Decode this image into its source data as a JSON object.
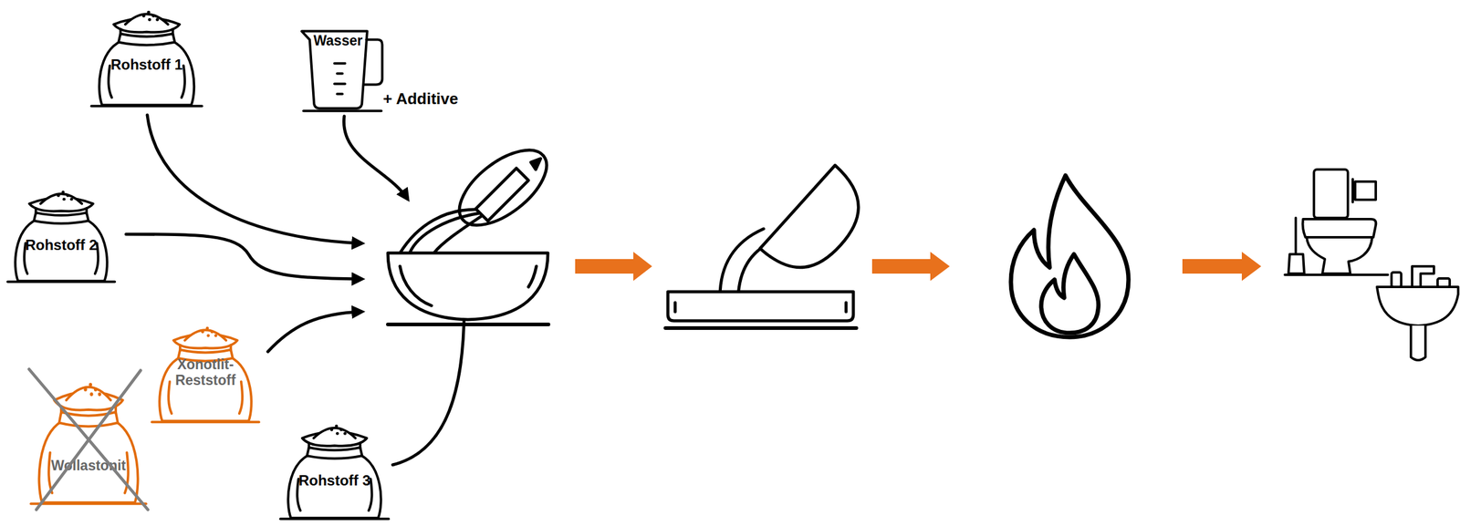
{
  "diagram": {
    "nodes": [
      {
        "text": [
          "Rohstoff 1"
        ]
      },
      {
        "text": [
          "Wasser"
        ]
      },
      {
        "text": [
          "Rohstoff 2"
        ]
      },
      {
        "text": [
          "Xonotlit- Reststoff"
        ]
      },
      {
        "text": [
          "Wollastonit"
        ]
      },
      {
        "text": [
          "Rohstoff 3"
        ]
      }
    ],
    "labels": [
      "+ Additive"
    ]
  }
}
